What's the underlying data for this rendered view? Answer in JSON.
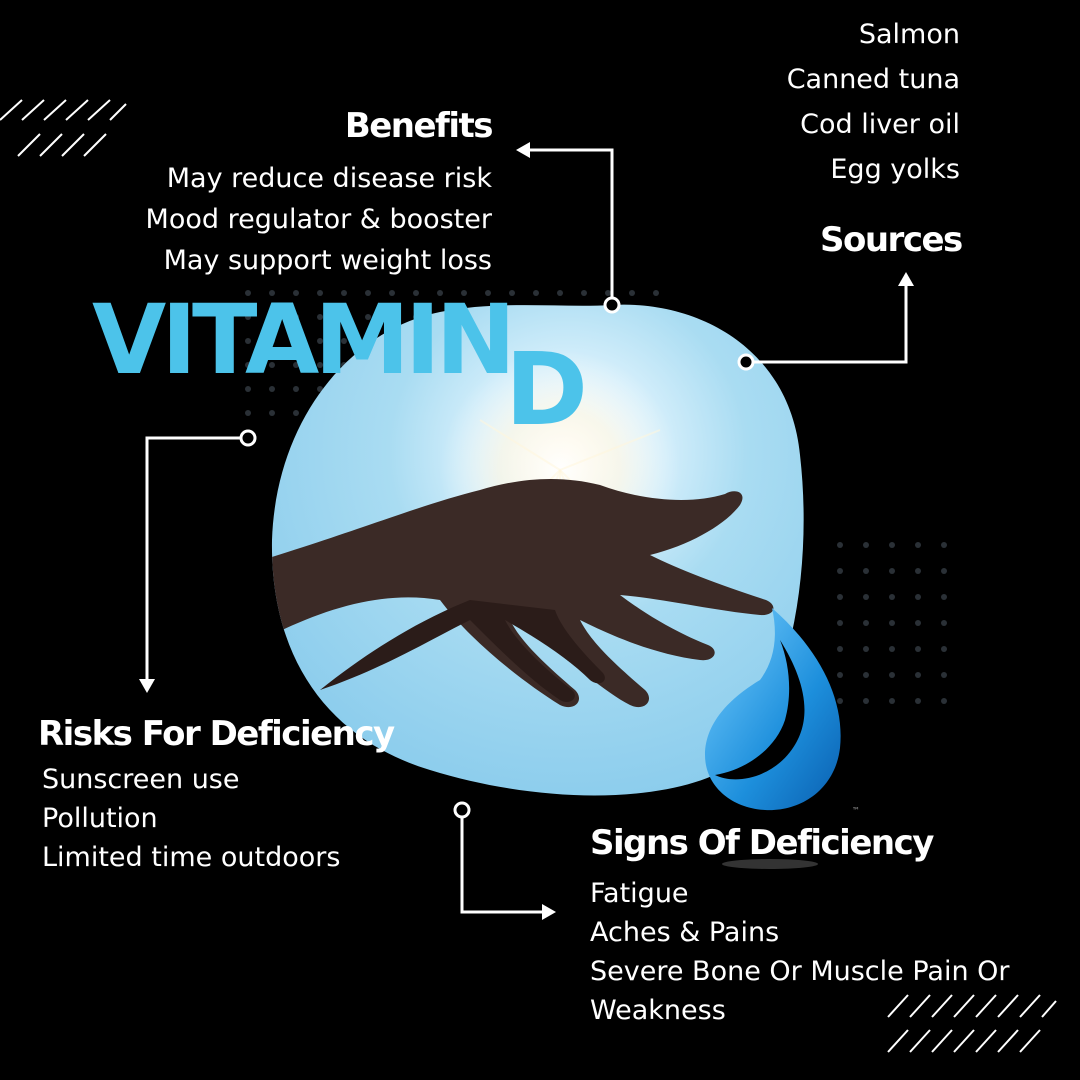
{
  "title": {
    "vitamin": "VITAMIN",
    "d": "D"
  },
  "benefits": {
    "heading": "Benefits",
    "items": [
      "May reduce disease risk",
      "Mood regulator & booster",
      "May support weight loss"
    ]
  },
  "sources": {
    "heading": "Sources",
    "items": [
      "Salmon",
      "Canned tuna",
      "Cod liver oil",
      "Egg yolks"
    ]
  },
  "risks": {
    "heading": "Risks For Deficiency",
    "items": [
      "Sunscreen use",
      "Pollution",
      "Limited time outdoors"
    ]
  },
  "signs": {
    "heading": "Signs Of Deficiency",
    "items": [
      "Fatigue",
      "Aches & Pains",
      "Severe Bone Or Muscle Pain Or",
      "Weakness"
    ]
  },
  "logo": {
    "trademark": "™"
  },
  "colors": {
    "background": "#000000",
    "accent": "#4cc3ea",
    "text": "#ffffff",
    "sky": "#a9dcf2",
    "drop": "#1d8fdc"
  },
  "icons": [
    "sun-hand-photo",
    "water-drop-logo",
    "arrow-connector"
  ]
}
